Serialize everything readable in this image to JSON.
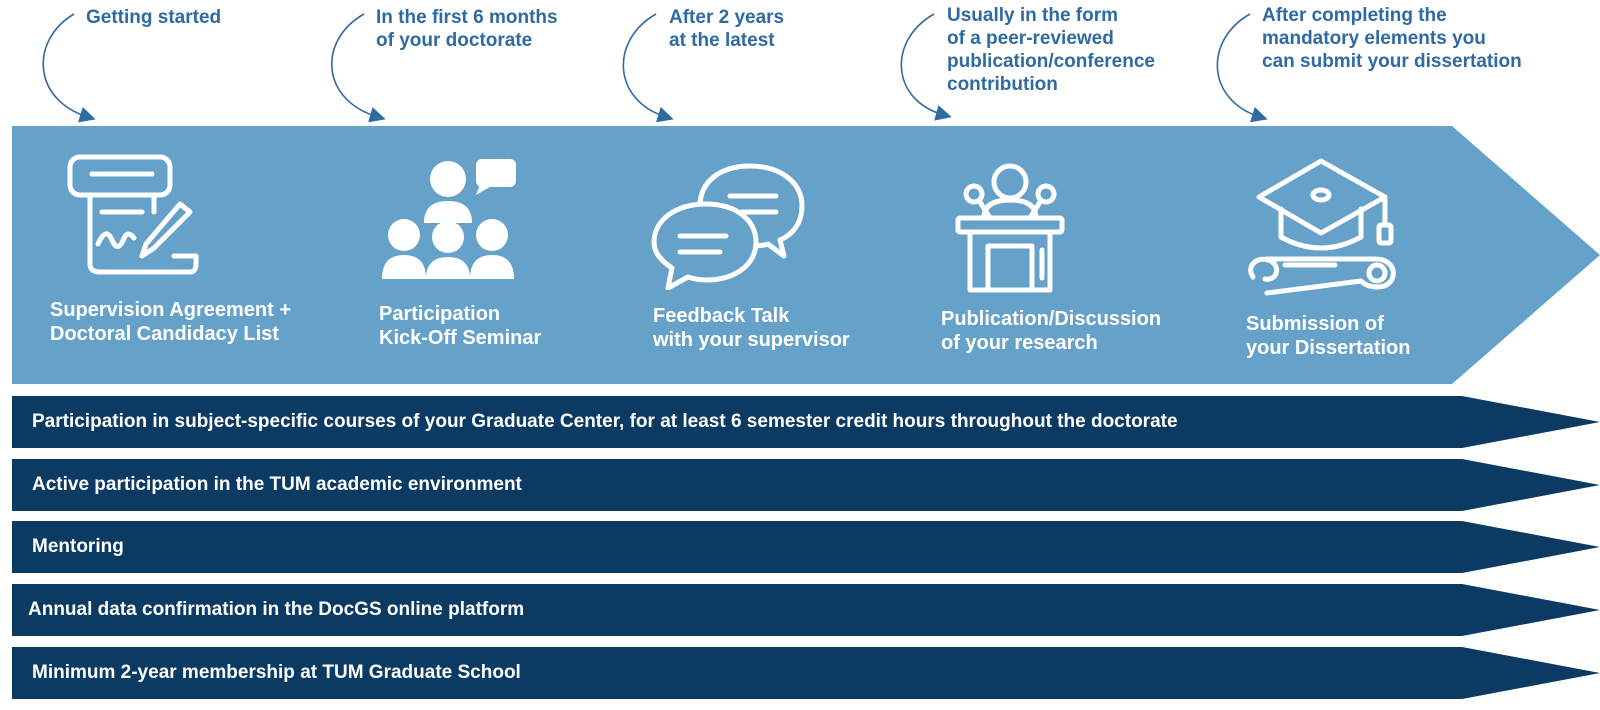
{
  "timing_notes": [
    {
      "text": "Getting started"
    },
    {
      "text": "In the first 6 months\nof your doctorate"
    },
    {
      "text": "After 2 years\nat the latest"
    },
    {
      "text": "Usually in the form\nof a peer-reviewed\npublication/conference\ncontribution"
    },
    {
      "text": "After completing the\nmandatory elements you\ncan submit your dissertation"
    }
  ],
  "steps": [
    {
      "label": "Supervision Agreement +\nDoctoral Candidacy List",
      "icon": "contract-signature-icon"
    },
    {
      "label": "Participation\nKick-Off Seminar",
      "icon": "group-seminar-icon"
    },
    {
      "label": "Feedback Talk\nwith your supervisor",
      "icon": "speech-bubbles-icon"
    },
    {
      "label": "Publication/Discussion\nof your research",
      "icon": "lectern-speaker-icon"
    },
    {
      "label": "Submission of\nyour Dissertation",
      "icon": "graduation-cap-diploma-icon"
    }
  ],
  "ongoing_requirements": [
    {
      "label": "Participation in subject-specific courses of your Graduate Center, for at least 6 semester credit hours throughout the doctorate"
    },
    {
      "label": "Active participation in the TUM academic environment"
    },
    {
      "label": "Mentoring"
    },
    {
      "label": "Annual data confirmation in the DocGS online platform"
    },
    {
      "label": "Minimum 2-year membership at TUM Graduate School"
    }
  ],
  "colors": {
    "timeline_arrow": "#66a1ca",
    "requirement_band": "#0b3a63",
    "note_text": "#2f6aa3",
    "label_text": "#ffffff"
  }
}
